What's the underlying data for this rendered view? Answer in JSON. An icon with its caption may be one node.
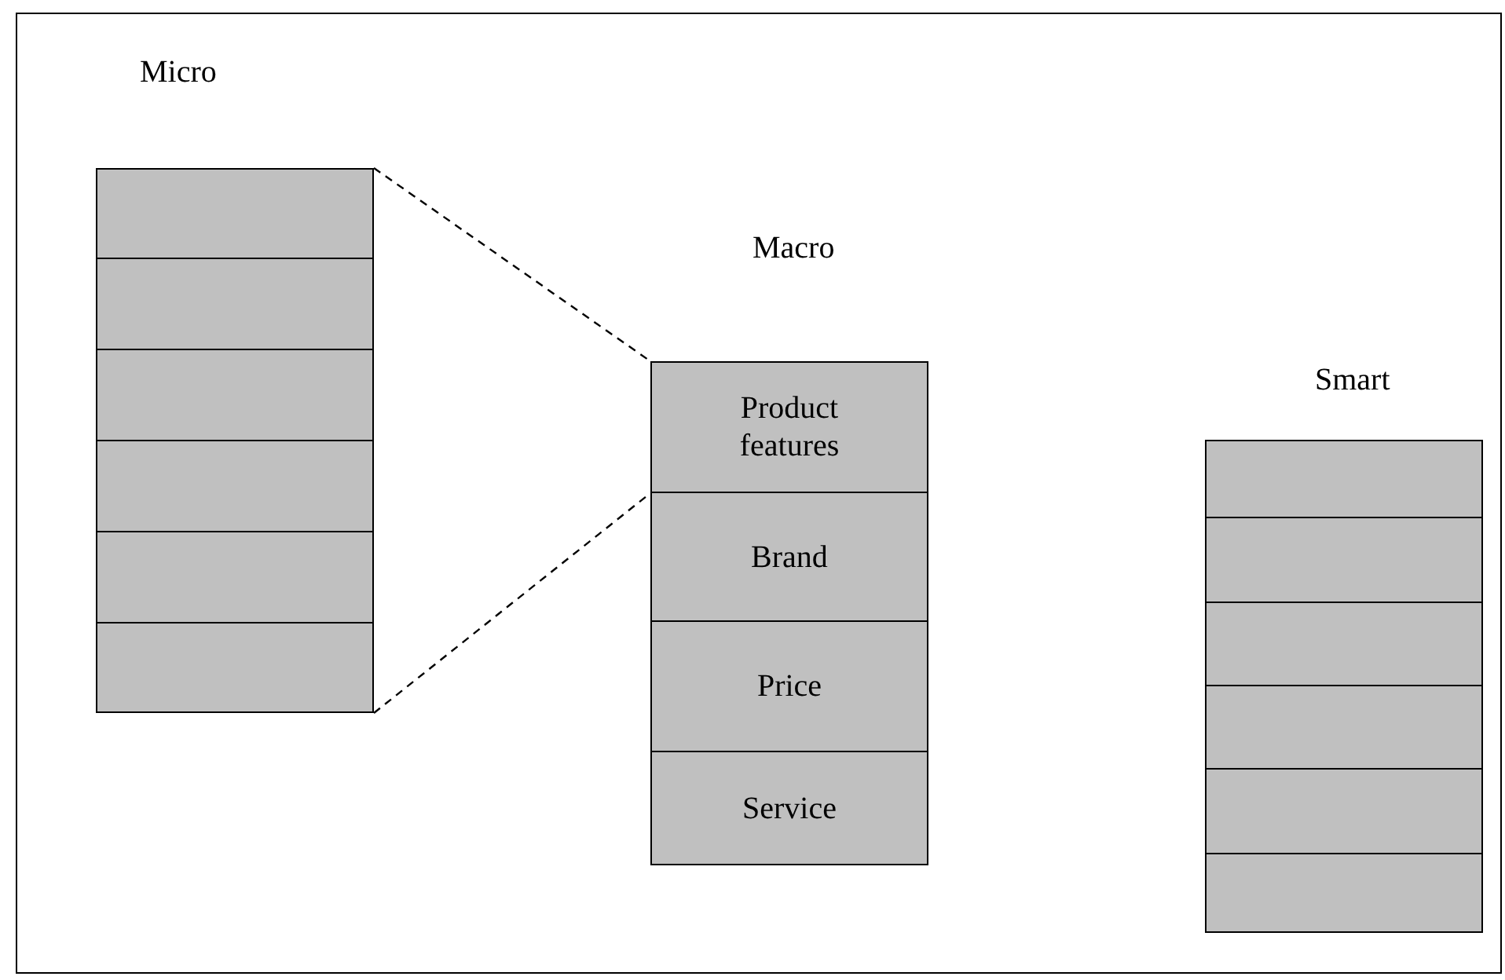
{
  "diagram": {
    "nodes": [
      {
        "text": [
          "Micro"
        ]
      },
      {
        "text": [],
        "shape": "box",
        "in": 0
      },
      {
        "text": [],
        "shape": "box",
        "in": 0
      },
      {
        "text": [],
        "shape": "box",
        "in": 0
      },
      {
        "text": [],
        "shape": "box",
        "in": 0
      },
      {
        "text": [],
        "shape": "box",
        "in": 0
      },
      {
        "text": [],
        "shape": "box",
        "in": 0
      },
      {
        "text": [
          "Macro"
        ]
      },
      {
        "text": [
          "Product features"
        ],
        "in": 7
      },
      {
        "text": [
          "Brand"
        ],
        "in": 7
      },
      {
        "text": [
          "Price"
        ],
        "in": 7
      },
      {
        "text": [
          "Service"
        ],
        "in": 7
      },
      {
        "text": [
          "Smart"
        ]
      },
      {
        "text": [],
        "shape": "box",
        "in": 12
      },
      {
        "text": [],
        "shape": "box",
        "in": 12
      },
      {
        "text": [],
        "shape": "box",
        "in": 12
      },
      {
        "text": [],
        "shape": "box",
        "in": 12
      },
      {
        "text": [],
        "shape": "box",
        "in": 12
      },
      {
        "text": [],
        "shape": "box",
        "in": 12
      }
    ],
    "edges": [
      {
        "from": 0,
        "to": 8,
        "arrow": "none",
        "style": "dashed"
      },
      {
        "from": 0,
        "to": 8,
        "arrow": "none",
        "style": "dashed"
      }
    ]
  }
}
